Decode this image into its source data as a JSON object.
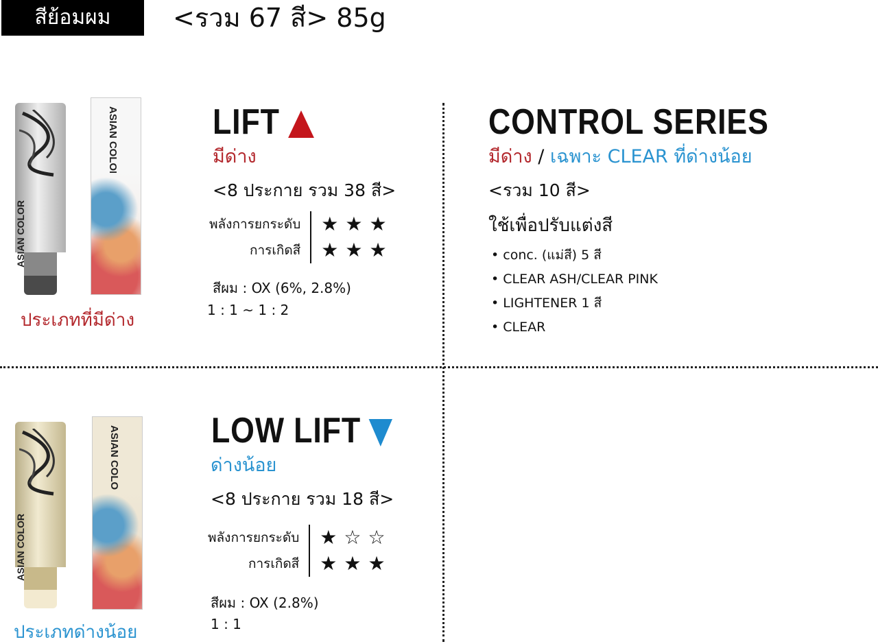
{
  "header": {
    "category_badge": "สีย้อมผม",
    "total": "<รวม 67 สี> 85g"
  },
  "products": {
    "lift": {
      "tube_label": "ASIAN COLOR",
      "box_label": "ASIAN COLOR",
      "caption": "ประเภทที่มีด่าง",
      "caption_color": "#b3282d",
      "tube_color": "#c9c9c9",
      "neck_color": "#888888",
      "cap_color": "#4a4a4a"
    },
    "low_lift": {
      "tube_label": "ASIAN COLOR",
      "box_label": "ASIAN COLOR",
      "caption": "ประเภทด่างน้อย",
      "caption_color": "#2a93d0",
      "tube_color": "#d8cfae",
      "neck_color": "#c8b98a",
      "cap_color": "#f3ead0"
    }
  },
  "lift": {
    "title": "LIFT",
    "indicator": "up-triangle-icon",
    "indicator_color": "#c4161c",
    "subtitle": "มีด่าง",
    "count": "<8 ประกาย รวม 38 สี>",
    "ratings": {
      "lift_power_label": "พลังการยกระดับ",
      "color_label": "การเกิดสี",
      "lift_power_stars": "★★★",
      "lift_power_value": 3,
      "color_stars": "★★★",
      "color_value": 3
    },
    "developer": "สีผม : OX (6%, 2.8%)",
    "ratio": "1 : 1 ~ 1 : 2"
  },
  "control": {
    "title": "CONTROL SERIES",
    "subtitle_red": "มีด่าง",
    "separator": " / ",
    "subtitle_blue": "เฉพาะ CLEAR ที่ด่างน้อย",
    "count": "<รวม 10 สี>",
    "purpose": "ใช้เพื่อปรับแต่งสี",
    "items": [
      "conc. (แม่สี) 5 สี",
      "CLEAR ASH/CLEAR PINK",
      "LIGHTENER 1 สี",
      "CLEAR"
    ]
  },
  "low_lift": {
    "title": "LOW LIFT",
    "indicator": "down-triangle-icon",
    "indicator_color": "#1e8bcf",
    "subtitle": "ด่างน้อย",
    "count": "<8 ประกาย รวม 18 สี>",
    "ratings": {
      "lift_power_label": "พลังการยกระดับ",
      "color_label": "การเกิดสี",
      "lift_power_stars": "★☆☆",
      "lift_power_value": 1,
      "color_stars": "★★★",
      "color_value": 3
    },
    "developer": "สีผม : OX (2.8%)",
    "ratio": "1 : 1"
  },
  "colors": {
    "lift_red": "#b3282d",
    "low_lift_blue": "#2a93d0"
  }
}
